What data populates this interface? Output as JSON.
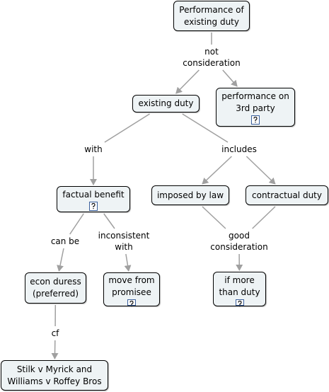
{
  "colors": {
    "node_fill": "#eef3f5",
    "node_border": "#000000",
    "link": "#a0a0a0",
    "icon_border": "#3a5f9c"
  },
  "nodes": [
    {
      "id": "performance-existing-duty",
      "text": "Performance of\nexisting duty",
      "resource_icon": false
    },
    {
      "id": "existing-duty",
      "text": "existing duty",
      "resource_icon": false
    },
    {
      "id": "performance-3rd-party",
      "text": "performance on\n3rd party",
      "resource_icon": true
    },
    {
      "id": "factual-benefit",
      "text": "factual benefit",
      "resource_icon": true
    },
    {
      "id": "imposed-by-law",
      "text": "imposed by law",
      "resource_icon": false
    },
    {
      "id": "contractual-duty",
      "text": "contractual duty",
      "resource_icon": false
    },
    {
      "id": "econ-duress",
      "text": "econ duress\n(preferred)",
      "resource_icon": false
    },
    {
      "id": "move-from-promisee",
      "text": "move from\npromisee",
      "resource_icon": true
    },
    {
      "id": "if-more-than-duty",
      "text": "if more\nthan duty",
      "resource_icon": true
    },
    {
      "id": "stilk-williams",
      "text": "Stilk v Myrick and\nWilliams v Roffey Bros",
      "resource_icon": false
    }
  ],
  "phrases": [
    {
      "id": "not-consideration",
      "text": "not\nconsideration"
    },
    {
      "id": "with",
      "text": "with"
    },
    {
      "id": "includes",
      "text": "includes"
    },
    {
      "id": "can-be",
      "text": "can be"
    },
    {
      "id": "inconsistent-with",
      "text": "inconsistent\nwith"
    },
    {
      "id": "good-consideration",
      "text": "good\nconsideration"
    },
    {
      "id": "cf",
      "text": "cf"
    }
  ],
  "connections": [
    {
      "from": "performance-existing-duty",
      "to": "not-consideration"
    },
    {
      "from": "not-consideration",
      "to": "existing-duty"
    },
    {
      "from": "not-consideration",
      "to": "performance-3rd-party"
    },
    {
      "from": "existing-duty",
      "to": "with"
    },
    {
      "from": "existing-duty",
      "to": "includes"
    },
    {
      "from": "with",
      "to": "factual-benefit"
    },
    {
      "from": "includes",
      "to": "imposed-by-law"
    },
    {
      "from": "includes",
      "to": "contractual-duty"
    },
    {
      "from": "factual-benefit",
      "to": "can-be"
    },
    {
      "from": "factual-benefit",
      "to": "inconsistent-with"
    },
    {
      "from": "can-be",
      "to": "econ-duress"
    },
    {
      "from": "inconsistent-with",
      "to": "move-from-promisee"
    },
    {
      "from": "imposed-by-law",
      "to": "good-consideration"
    },
    {
      "from": "contractual-duty",
      "to": "good-consideration"
    },
    {
      "from": "good-consideration",
      "to": "if-more-than-duty"
    },
    {
      "from": "econ-duress",
      "to": "cf"
    },
    {
      "from": "cf",
      "to": "stilk-williams"
    }
  ]
}
